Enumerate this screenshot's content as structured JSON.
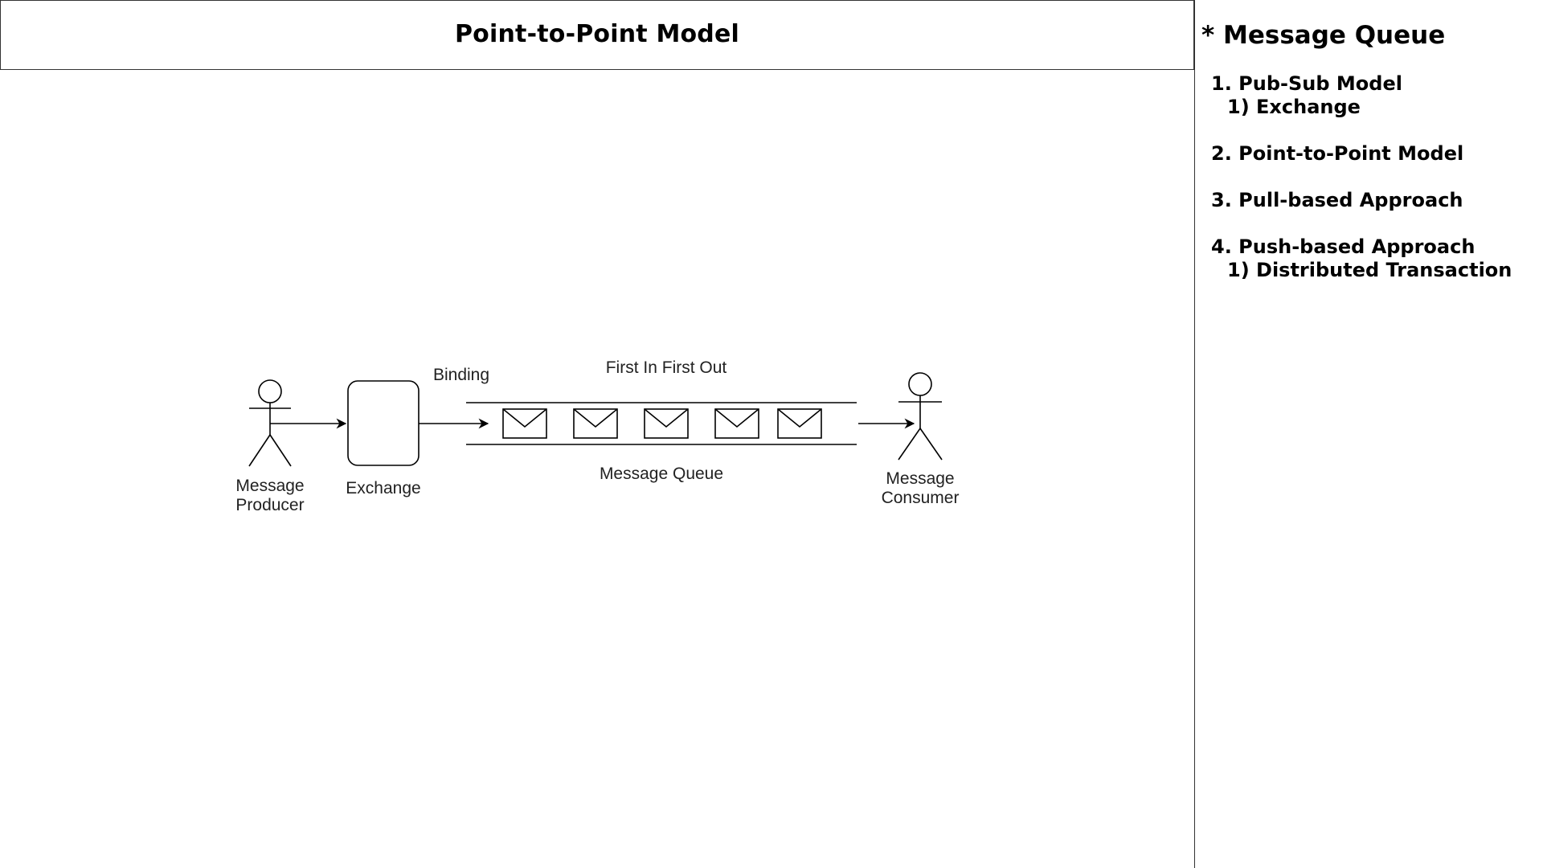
{
  "header": {
    "title": "Point-to-Point Model"
  },
  "sidebar": {
    "title": "* Message Queue",
    "items": [
      {
        "label": "1.  Pub-Sub Model",
        "sub": "1) Exchange"
      },
      {
        "label": "2. Point-to-Point Model"
      },
      {
        "label": "3. Pull-based Approach"
      },
      {
        "label": "4. Push-based Approach",
        "sub": "1) Distributed Transaction"
      }
    ]
  },
  "diagram": {
    "producer_label_line1": "Message",
    "producer_label_line2": "Producer",
    "exchange_label": "Exchange",
    "binding_label": "Binding",
    "fifo_label": "First In First Out",
    "queue_label": "Message Queue",
    "consumer_label_line1": "Message",
    "consumer_label_line2": "Consumer",
    "message_count": 5,
    "icons": {
      "producer": "person-icon",
      "consumer": "person-icon",
      "message": "envelope-icon"
    }
  }
}
